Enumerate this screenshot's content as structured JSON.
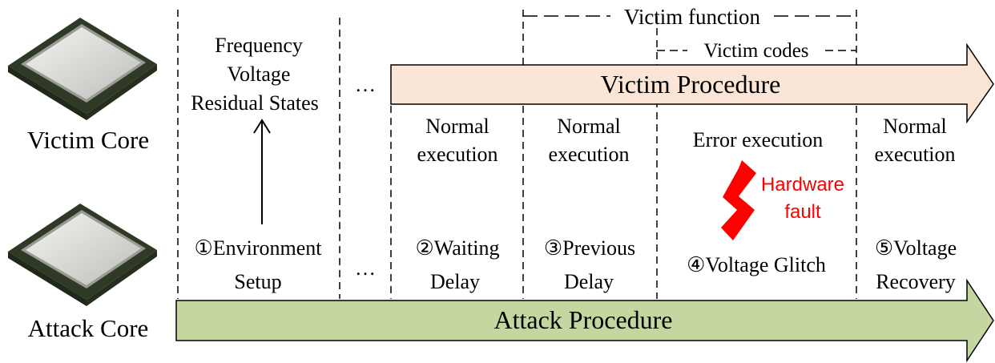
{
  "cores": {
    "victim": "Victim Core",
    "attack": "Attack Core"
  },
  "state_box": {
    "line1": "Frequency",
    "line2": "Voltage",
    "line3": "Residual States"
  },
  "ellipsis": "…",
  "victim_function": "Victim function",
  "victim_codes": "Victim codes",
  "victim_procedure": "Victim Procedure",
  "attack_procedure": "Attack Procedure",
  "victim_phases": {
    "p1": {
      "line1": "Normal",
      "line2": "execution"
    },
    "p2": {
      "line1": "Normal",
      "line2": "execution"
    },
    "p3": {
      "line1": "Error execution"
    },
    "p4": {
      "line1": "Normal",
      "line2": "execution"
    }
  },
  "fault": {
    "line1": "Hardware",
    "line2": "fault"
  },
  "attack_steps": {
    "s1": {
      "line1": "①Environment",
      "line2": "Setup"
    },
    "s2": {
      "line1": "②Waiting",
      "line2": "Delay"
    },
    "s3": {
      "line1": "③Previous",
      "line2": "Delay"
    },
    "s4": {
      "line1": "④Voltage Glitch"
    },
    "s5": {
      "line1": "⑤Voltage",
      "line2": "Recovery"
    }
  },
  "colors": {
    "victim_arrow_fill": "#fbe5d6",
    "attack_arrow_fill": "#c5d7a0",
    "fault_red": "#ff0000"
  }
}
